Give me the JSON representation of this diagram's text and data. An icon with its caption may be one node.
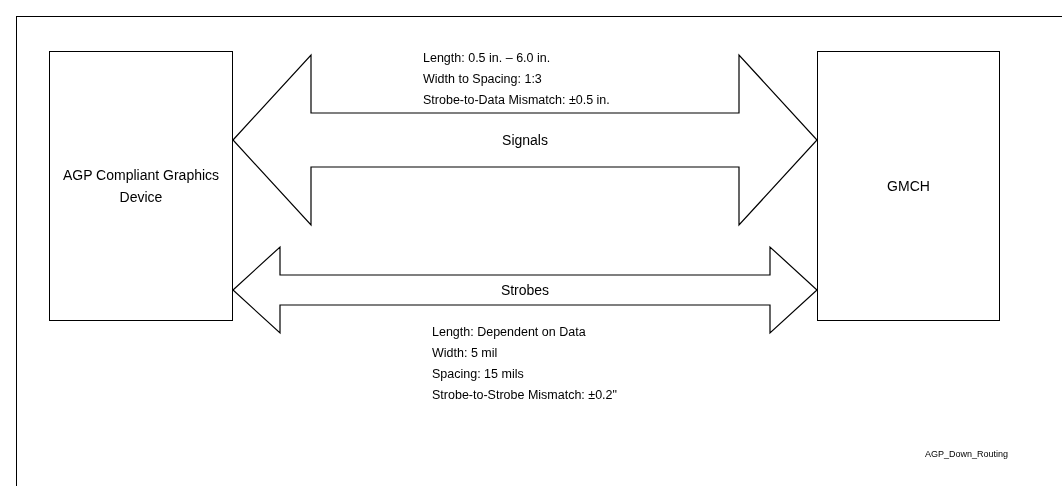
{
  "diagram": {
    "nodes": [
      {
        "text": [
          "AGP Compliant Graphics Device"
        ]
      },
      {
        "text": [
          "GMCH"
        ]
      }
    ],
    "edges": [
      {
        "from": 0,
        "to": 1,
        "arrow": "both",
        "label": "Signals"
      },
      {
        "from": 0,
        "to": 1,
        "arrow": "both",
        "label": "Strobes"
      }
    ],
    "labels": [
      "Length: 0.5 in. – 6.0 in.",
      "Width to Spacing: 1:3",
      "Strobe-to-Data Mismatch: ±0.5 in.",
      "Length: Dependent on Data",
      "Width: 5 mil",
      "Spacing: 15 mils",
      "Strobe-to-Strobe Mismatch: ±0.2\"",
      "AGP_Down_Routing"
    ]
  }
}
